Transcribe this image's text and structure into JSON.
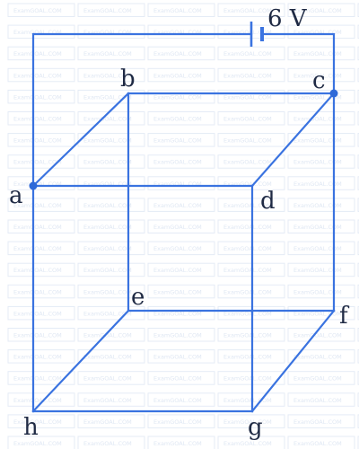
{
  "watermark": {
    "text": "ExamGOAL.COM"
  },
  "battery": {
    "label": "6 V"
  },
  "vertices": {
    "a": "a",
    "b": "b",
    "c": "c",
    "d": "d",
    "e": "e",
    "f": "f",
    "g": "g",
    "h": "h"
  },
  "colors": {
    "wire": "#3a73e0",
    "label": "#1f2a44",
    "watermark": "#dfe7f3",
    "background": "#ffffff"
  }
}
